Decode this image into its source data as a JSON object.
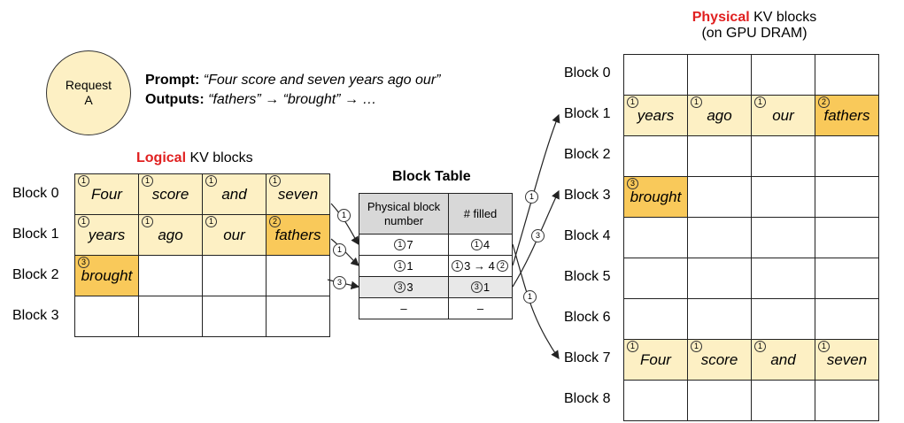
{
  "request": {
    "label_line1": "Request",
    "label_line2": "A"
  },
  "prompt": {
    "prompt_label": "Prompt:",
    "prompt_text": "“Four score and seven years ago our”",
    "outputs_label": "Outputs:",
    "outputs_text": "“fathers” → “brought” → …"
  },
  "logical": {
    "title_red": "Logical",
    "title_rest": " KV blocks",
    "rows": [
      {
        "label": "Block 0",
        "cells": [
          {
            "text": "Four",
            "step": "1",
            "fill": "f1"
          },
          {
            "text": "score",
            "step": "1",
            "fill": "f1"
          },
          {
            "text": "and",
            "step": "1",
            "fill": "f1"
          },
          {
            "text": "seven",
            "step": "1",
            "fill": "f1"
          }
        ]
      },
      {
        "label": "Block 1",
        "cells": [
          {
            "text": "years",
            "step": "1",
            "fill": "f1"
          },
          {
            "text": "ago",
            "step": "1",
            "fill": "f1"
          },
          {
            "text": "our",
            "step": "1",
            "fill": "f1"
          },
          {
            "text": "fathers",
            "step": "2",
            "fill": "f2"
          }
        ]
      },
      {
        "label": "Block 2",
        "cells": [
          {
            "text": "brought",
            "step": "3",
            "fill": "f2"
          },
          {
            "text": "",
            "step": "",
            "fill": ""
          },
          {
            "text": "",
            "step": "",
            "fill": ""
          },
          {
            "text": "",
            "step": "",
            "fill": ""
          }
        ]
      },
      {
        "label": "Block 3",
        "cells": [
          {
            "text": "",
            "step": "",
            "fill": ""
          },
          {
            "text": "",
            "step": "",
            "fill": ""
          },
          {
            "text": "",
            "step": "",
            "fill": ""
          },
          {
            "text": "",
            "step": "",
            "fill": ""
          }
        ]
      }
    ]
  },
  "block_table": {
    "title": "Block Table",
    "headers": [
      "Physical block number",
      "# filled"
    ],
    "rows": [
      {
        "phys_step": "1",
        "phys": "7",
        "filled_step": "1",
        "filled": "4",
        "filled_extra": ""
      },
      {
        "phys_step": "1",
        "phys": "1",
        "filled_step": "1",
        "filled": "3 → 4",
        "filled_extra": "2"
      },
      {
        "phys_step": "3",
        "phys": "3",
        "filled_step": "3",
        "filled": "1",
        "filled_extra": ""
      },
      {
        "phys_step": "",
        "phys": "–",
        "filled_step": "",
        "filled": "–",
        "filled_extra": ""
      }
    ]
  },
  "physical": {
    "title_red": "Physical",
    "title_rest": " KV blocks",
    "subtitle": "(on GPU DRAM)",
    "rows": [
      {
        "label": "Block 0",
        "cells": [
          {
            "text": "",
            "step": "",
            "fill": ""
          },
          {
            "text": "",
            "step": "",
            "fill": ""
          },
          {
            "text": "",
            "step": "",
            "fill": ""
          },
          {
            "text": "",
            "step": "",
            "fill": ""
          }
        ]
      },
      {
        "label": "Block 1",
        "cells": [
          {
            "text": "years",
            "step": "1",
            "fill": "f1"
          },
          {
            "text": "ago",
            "step": "1",
            "fill": "f1"
          },
          {
            "text": "our",
            "step": "1",
            "fill": "f1"
          },
          {
            "text": "fathers",
            "step": "2",
            "fill": "f2"
          }
        ]
      },
      {
        "label": "Block 2",
        "cells": [
          {
            "text": "",
            "step": "",
            "fill": ""
          },
          {
            "text": "",
            "step": "",
            "fill": ""
          },
          {
            "text": "",
            "step": "",
            "fill": ""
          },
          {
            "text": "",
            "step": "",
            "fill": ""
          }
        ]
      },
      {
        "label": "Block 3",
        "cells": [
          {
            "text": "brought",
            "step": "3",
            "fill": "f2"
          },
          {
            "text": "",
            "step": "",
            "fill": ""
          },
          {
            "text": "",
            "step": "",
            "fill": ""
          },
          {
            "text": "",
            "step": "",
            "fill": ""
          }
        ]
      },
      {
        "label": "Block 4",
        "cells": [
          {
            "text": "",
            "step": "",
            "fill": ""
          },
          {
            "text": "",
            "step": "",
            "fill": ""
          },
          {
            "text": "",
            "step": "",
            "fill": ""
          },
          {
            "text": "",
            "step": "",
            "fill": ""
          }
        ]
      },
      {
        "label": "Block 5",
        "cells": [
          {
            "text": "",
            "step": "",
            "fill": ""
          },
          {
            "text": "",
            "step": "",
            "fill": ""
          },
          {
            "text": "",
            "step": "",
            "fill": ""
          },
          {
            "text": "",
            "step": "",
            "fill": ""
          }
        ]
      },
      {
        "label": "Block 6",
        "cells": [
          {
            "text": "",
            "step": "",
            "fill": ""
          },
          {
            "text": "",
            "step": "",
            "fill": ""
          },
          {
            "text": "",
            "step": "",
            "fill": ""
          },
          {
            "text": "",
            "step": "",
            "fill": ""
          }
        ]
      },
      {
        "label": "Block 7",
        "cells": [
          {
            "text": "Four",
            "step": "1",
            "fill": "f1"
          },
          {
            "text": "score",
            "step": "1",
            "fill": "f1"
          },
          {
            "text": "and",
            "step": "1",
            "fill": "f1"
          },
          {
            "text": "seven",
            "step": "1",
            "fill": "f1"
          }
        ]
      },
      {
        "label": "Block 8",
        "cells": [
          {
            "text": "",
            "step": "",
            "fill": ""
          },
          {
            "text": "",
            "step": "",
            "fill": ""
          },
          {
            "text": "",
            "step": "",
            "fill": ""
          },
          {
            "text": "",
            "step": "",
            "fill": ""
          }
        ]
      }
    ]
  },
  "arrow_badges": [
    "1",
    "1",
    "3",
    "1",
    "3",
    "1"
  ],
  "colors": {
    "accent_red": "#e02020",
    "fill_light": "#fdf0c4",
    "fill_dark": "#f9c95a",
    "header_gray": "#d8d8d8"
  }
}
